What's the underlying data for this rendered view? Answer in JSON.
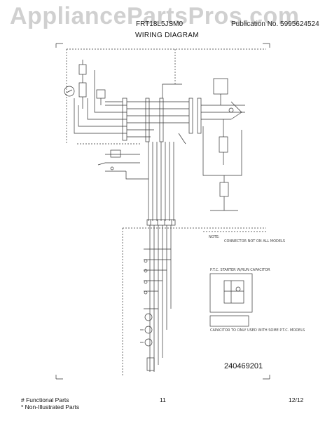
{
  "watermark": "AppliancePartsPros.com",
  "header": {
    "model_code": "FRT18L5JSM0",
    "publication": "Publication No. 5995624524"
  },
  "title": "WIRING DIAGRAM",
  "diagram": {
    "part_number": "240469201",
    "note": "NOTE:",
    "note_text": "CONNECTOR NOT ON ALL MODELS",
    "ptc_caption": "P.T.C. STARTER W/RUN CAPACITOR",
    "cap_note": "CAPACITOR TO ONLY USED WITH SOME P.T.C. MODELS"
  },
  "footer": {
    "functional": "# Functional Parts",
    "non_illustrated": "* Non-Illustrated Parts",
    "page": "11",
    "date": "12/12"
  }
}
